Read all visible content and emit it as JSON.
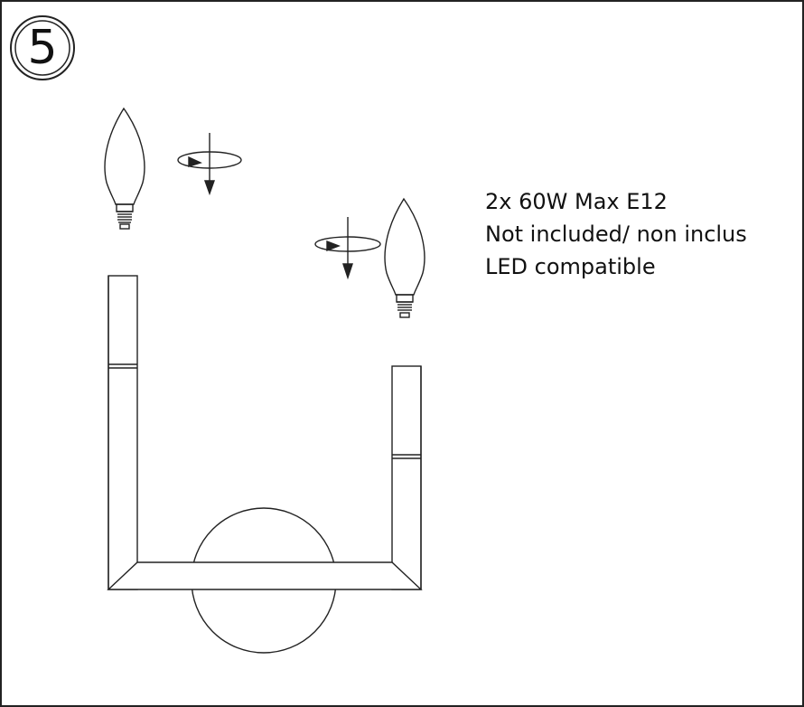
{
  "step": {
    "number": "5"
  },
  "specs": {
    "line1": "2x 60W Max E12",
    "line2": "Not included/ non inclus",
    "line3": "LED compatible"
  },
  "colors": {
    "stroke": "#222222",
    "background": "#ffffff"
  },
  "icons": [
    "step-number-badge",
    "candle-bulb",
    "rotate-arrow",
    "wall-sconce"
  ]
}
